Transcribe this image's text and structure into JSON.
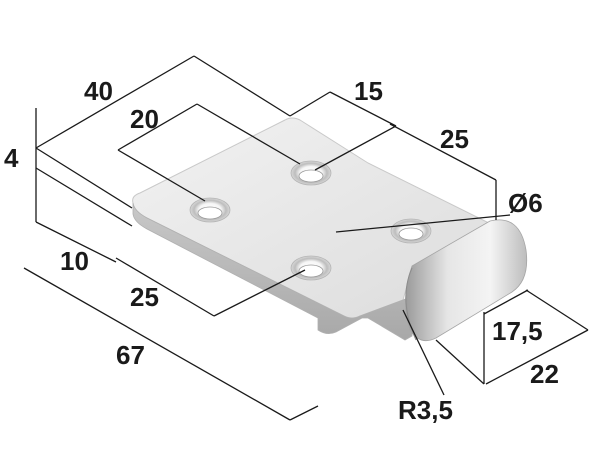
{
  "drawing": {
    "dimensions": {
      "overall_width": "40",
      "thickness": "4",
      "hole_spacing_x": "20",
      "hole_spacing_top": "15",
      "hole_offset_right": "25",
      "hole_diameter": "Ø6",
      "edge_offset": "10",
      "hole_spacing_y": "25",
      "overall_length": "67",
      "hinge_height": "17,5",
      "hinge_depth": "22",
      "bend_radius": "R3,5"
    }
  }
}
